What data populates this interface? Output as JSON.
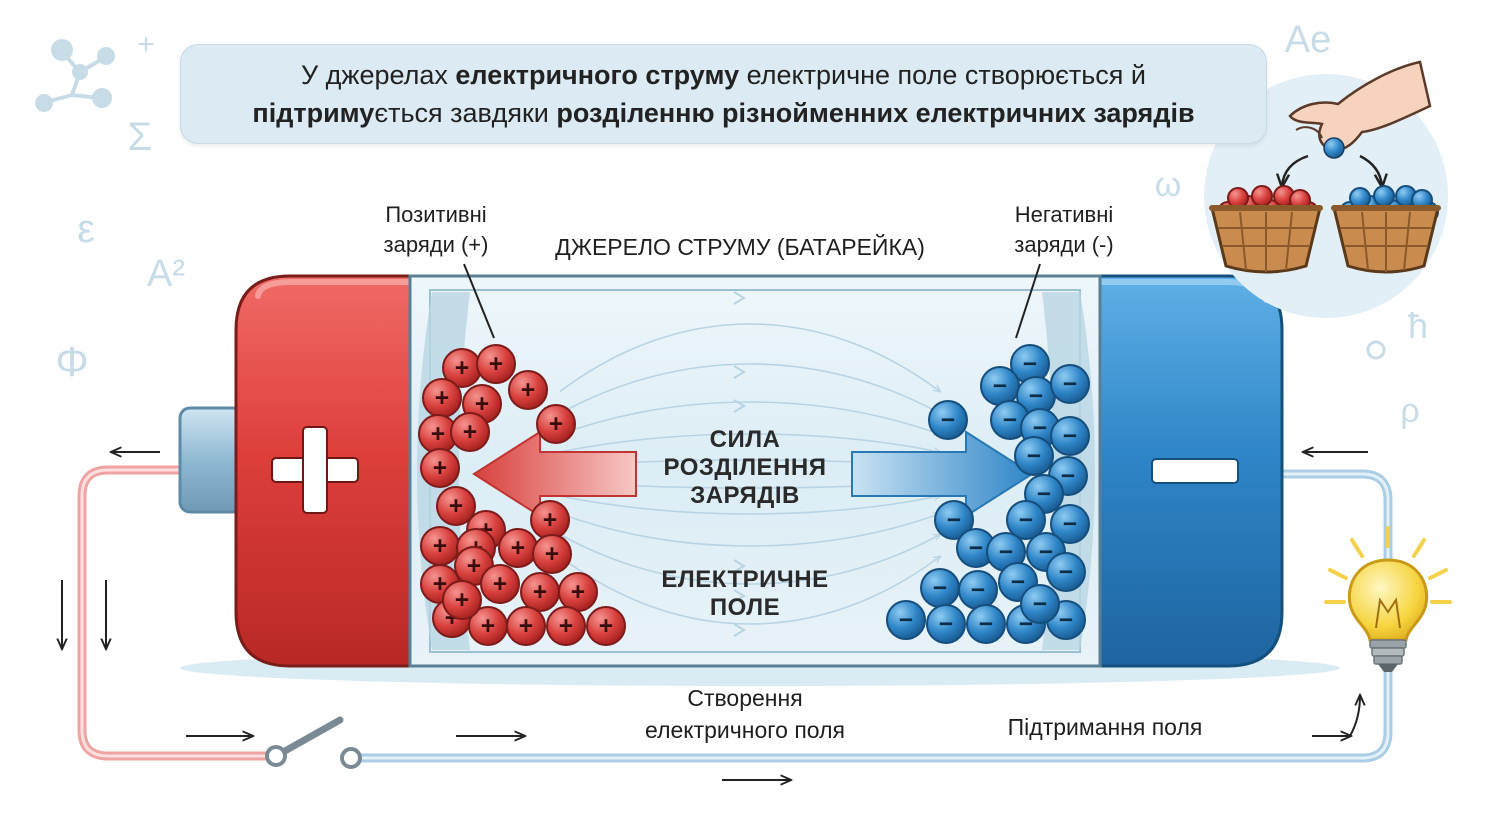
{
  "header": {
    "line1": [
      {
        "text": "У джерелах ",
        "bold": false
      },
      {
        "text": "електричного струму",
        "bold": true
      },
      {
        "text": " електричне поле створюється й",
        "bold": false
      }
    ],
    "line2": [
      {
        "text": "підтриму",
        "bold": true
      },
      {
        "text": "ється завдяки ",
        "bold": false
      },
      {
        "text": "розділенню різнойменних електричних зарядів",
        "bold": true
      }
    ]
  },
  "labels": {
    "positive_line1": "Позитивні",
    "positive_line2": "заряди (+)",
    "negative_line1": "Негативні",
    "negative_line2": "заряди (-)",
    "battery_title": "ДЖЕРЕЛО СТРУМУ (БАТАРЕЙКА)",
    "force_line1": "СИЛА",
    "force_line2": "РОЗДІЛЕННЯ",
    "force_line3": "ЗАРЯДІВ",
    "field_line1": "ЕЛЕКТРИЧНЕ",
    "field_line2": "ПОЛЕ",
    "creation_line1": "Створення",
    "creation_line2": "електричного поля",
    "maintain": "Підтримання поля"
  },
  "symbols": {
    "plus": "+",
    "minus": "−",
    "decor": [
      "+",
      "Σ",
      "ε",
      "A²",
      "Φ",
      "Ae",
      "ω",
      "ħ",
      "ρ"
    ]
  },
  "colors": {
    "positive": "#d8403d",
    "negative": "#2f86c8",
    "banner": "#dcebf3",
    "wire_left": "#f0a3a3",
    "wire_right": "#a9cde4",
    "bulb": "#f6d43f"
  },
  "icons": [
    "molecule-icon",
    "hand-icon",
    "basket-icon",
    "light-bulb-icon",
    "switch-icon"
  ]
}
